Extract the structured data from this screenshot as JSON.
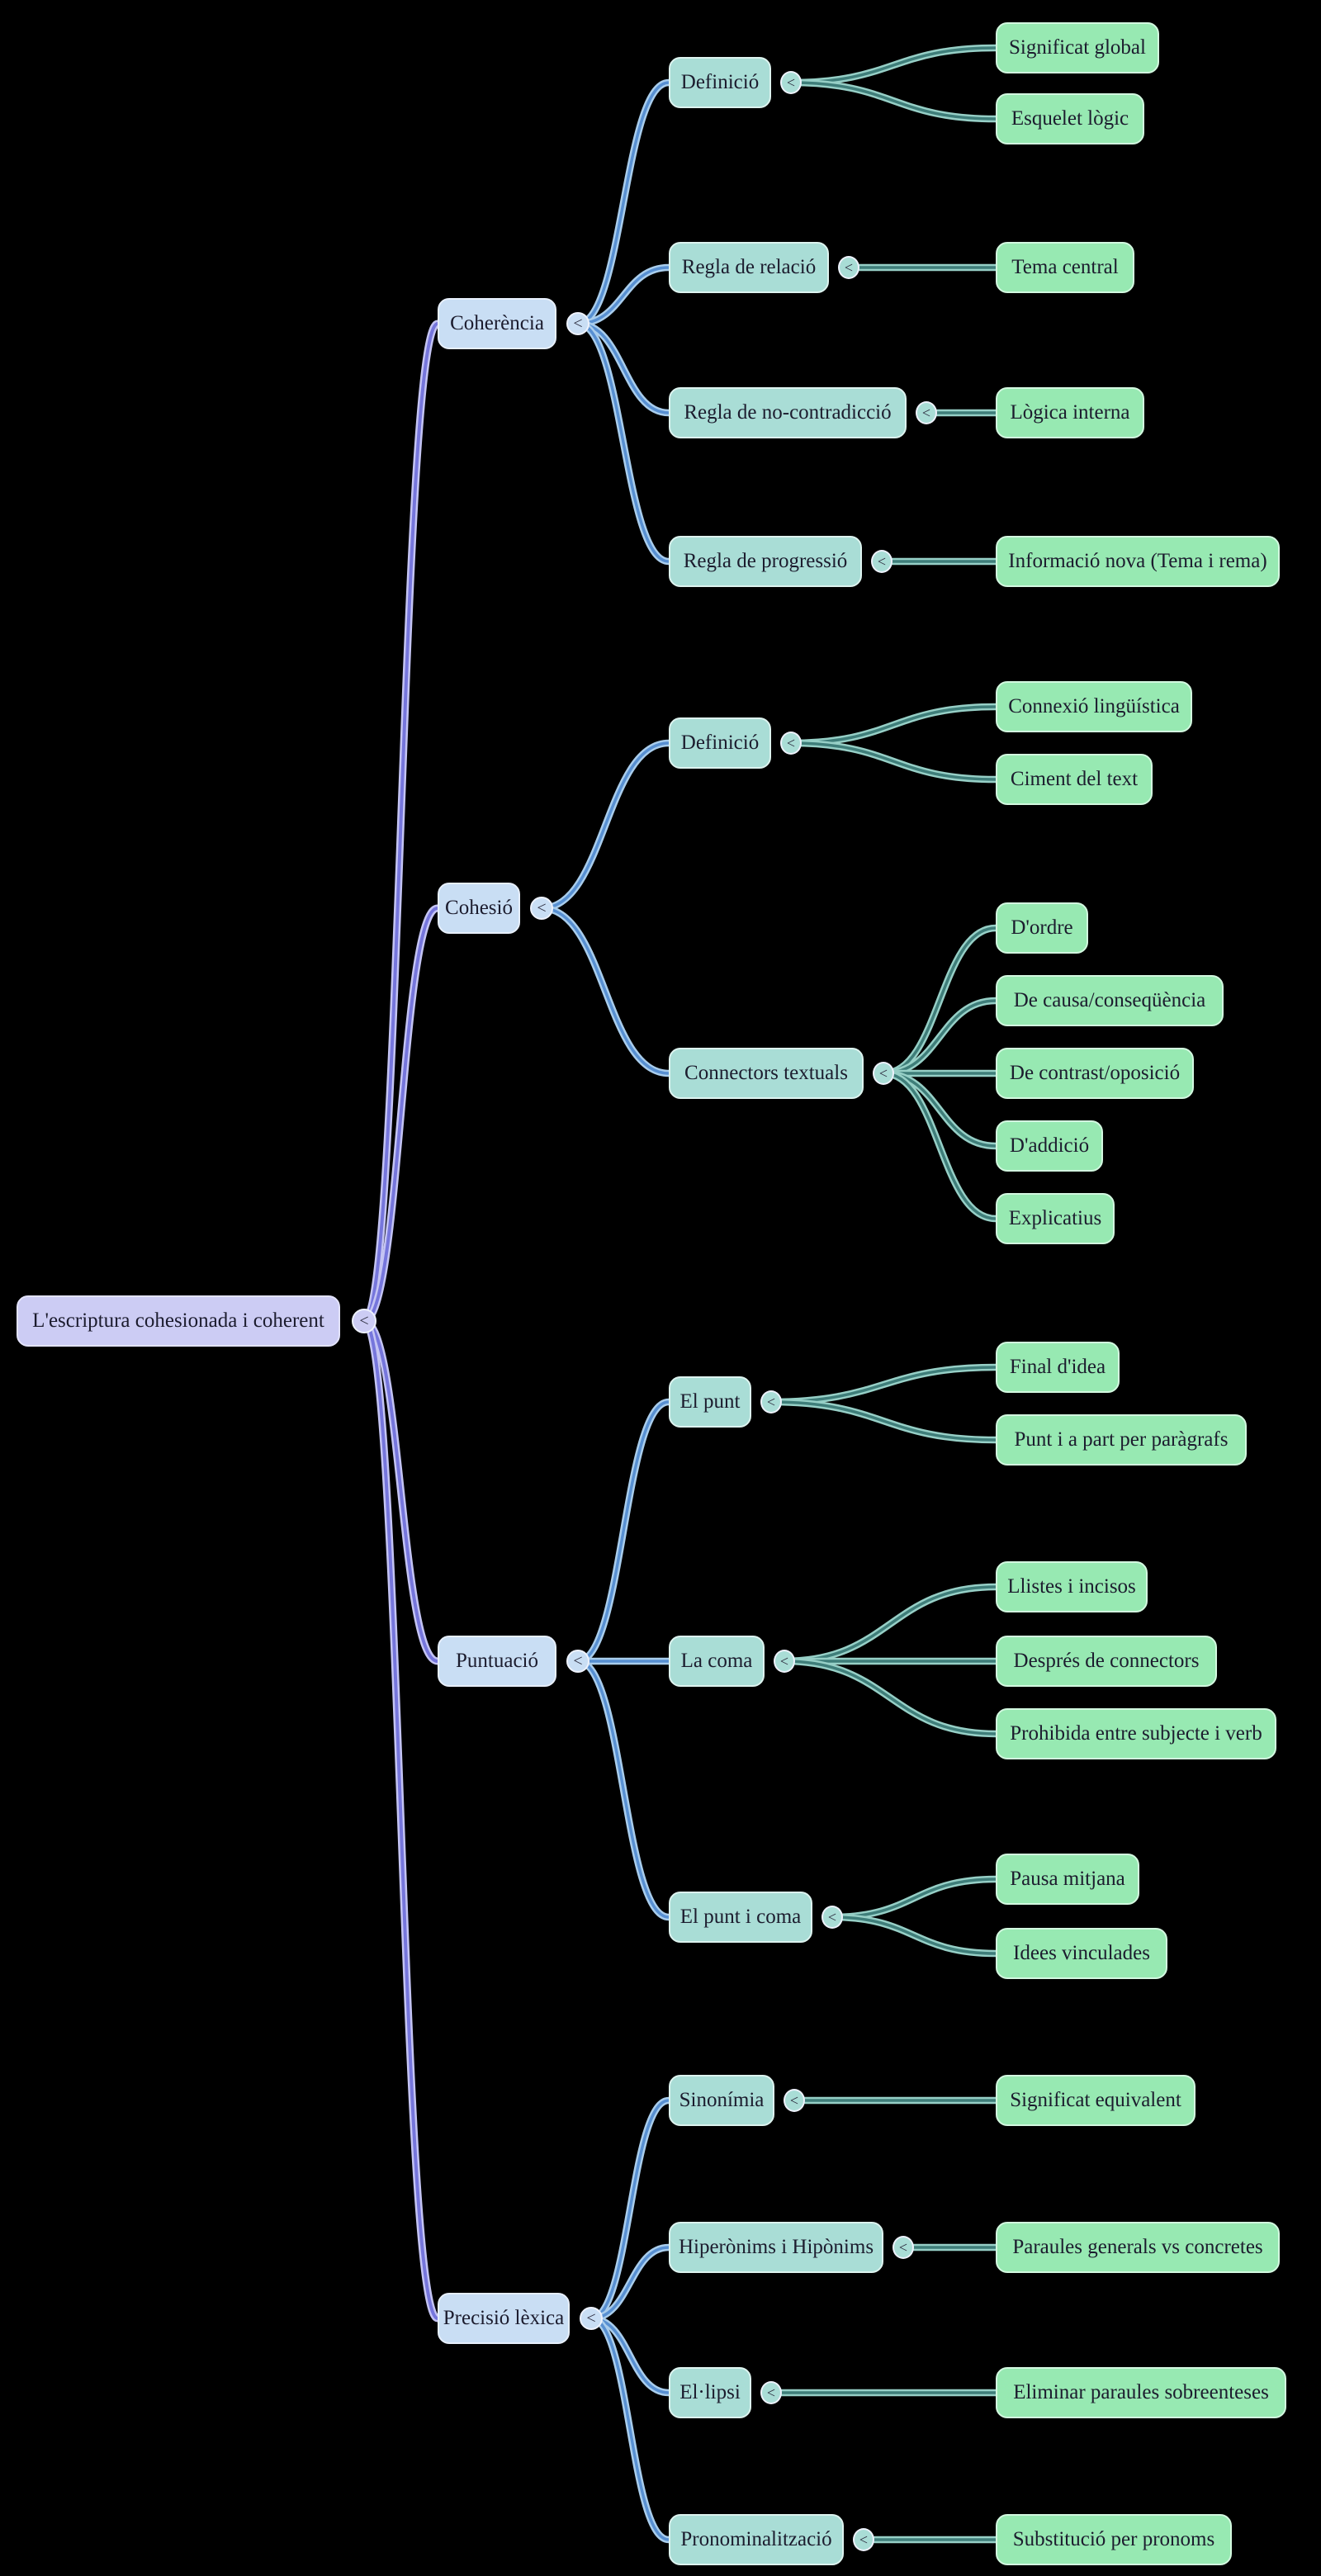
{
  "ui": {
    "collapse_glyph": "<"
  },
  "palette": {
    "background": "#000000",
    "root_fill": "#ccccf4",
    "branch_fill": "#c9def4",
    "topic_fill": "#a9ddd6",
    "detail_fill": "#97e9b2",
    "link_root": "#7676dc",
    "link_branch": "#5890d2",
    "link_topic": "#3f7e7a",
    "text": "#1c1c2e"
  },
  "mindmap": {
    "root": {
      "label": "L'escriptura cohesionada i coherent"
    },
    "branches": [
      {
        "label": "Coherència",
        "topics": [
          {
            "label": "Definició",
            "details": [
              "Significat global",
              "Esquelet lògic"
            ]
          },
          {
            "label": "Regla de relació",
            "details": [
              "Tema central"
            ]
          },
          {
            "label": "Regla de no-contradicció",
            "details": [
              "Lògica interna"
            ]
          },
          {
            "label": "Regla de progressió",
            "details": [
              "Informació nova (Tema i rema)"
            ]
          }
        ]
      },
      {
        "label": "Cohesió",
        "topics": [
          {
            "label": "Definició",
            "details": [
              "Connexió lingüística",
              "Ciment del text"
            ]
          },
          {
            "label": "Connectors textuals",
            "details": [
              "D'ordre",
              "De causa/conseqüència",
              "De contrast/oposició",
              "D'addició",
              "Explicatius"
            ]
          }
        ]
      },
      {
        "label": "Puntuació",
        "topics": [
          {
            "label": "El punt",
            "details": [
              "Final d'idea",
              "Punt i a part per paràgrafs"
            ]
          },
          {
            "label": "La coma",
            "details": [
              "Llistes i incisos",
              "Després de connectors",
              "Prohibida entre subjecte i verb"
            ]
          },
          {
            "label": "El punt i coma",
            "details": [
              "Pausa mitjana",
              "Idees vinculades"
            ]
          }
        ]
      },
      {
        "label": "Precisió lèxica",
        "topics": [
          {
            "label": "Sinonímia",
            "details": [
              "Significat equivalent"
            ]
          },
          {
            "label": "Hiperònims i Hipònims",
            "details": [
              "Paraules generals vs concretes"
            ]
          },
          {
            "label": "El·lipsi",
            "details": [
              "Eliminar paraules sobreenteses"
            ]
          },
          {
            "label": "Pronominalització",
            "details": [
              "Substitució per pronoms"
            ]
          }
        ]
      }
    ]
  }
}
